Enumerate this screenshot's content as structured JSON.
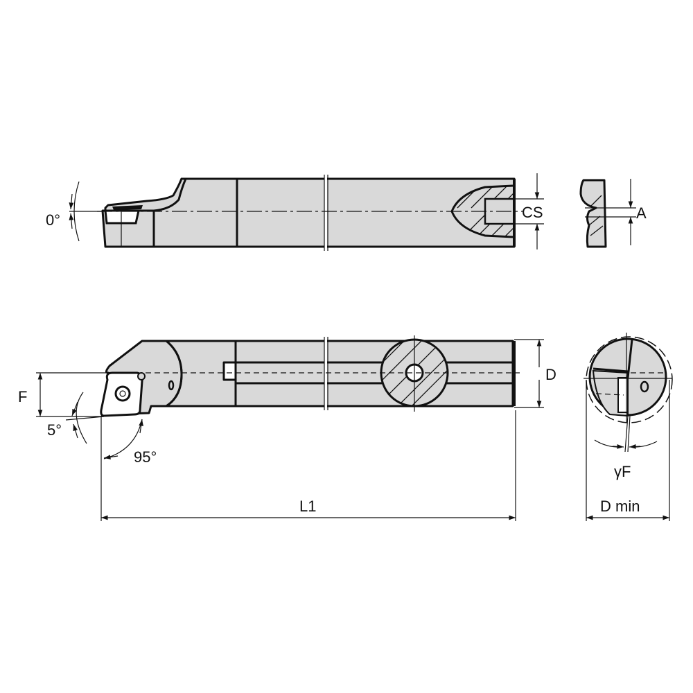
{
  "drawing": {
    "title": "Boring bar technical drawing",
    "fill_color": "#d9d9d9",
    "line_color": "#111111",
    "background": "#ffffff"
  },
  "labels": {
    "angle_top": "0°",
    "cs": "CS",
    "a": "A",
    "f": "F",
    "angle_lead": "5°",
    "angle_approach": "95°",
    "d": "D",
    "gamma_f": "γF",
    "l1": "L1",
    "d_min": "D min"
  },
  "views": {
    "top_view": "side-elevation",
    "bottom_view": "plan-view",
    "end_view_top": "coolant-end-section",
    "end_view_bottom": "head-end-view"
  }
}
